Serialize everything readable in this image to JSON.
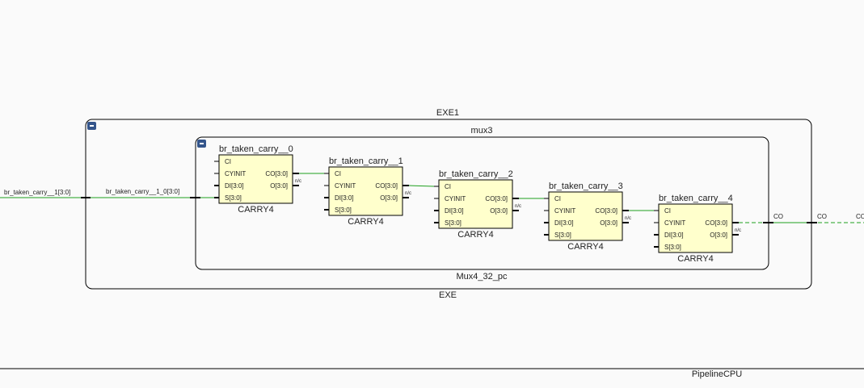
{
  "top_module": "PipelineCPU",
  "hier": {
    "exe_instance": "EXE1",
    "exe_type": "EXE",
    "mux_instance": "mux3",
    "mux_type": "Mux4_32_pc"
  },
  "colors": {
    "background": "#fafafa",
    "cell_fill": "#ffffcc",
    "wire": "#1ea01e",
    "collapse_button": "#34558b",
    "border": "#000000"
  },
  "nets": {
    "outer_in": "br_taken_carry__1[3:0]",
    "inner_in": "br_taken_carry__1_0[3:0]",
    "co_inner": "CO",
    "co_outer": "CO",
    "co_edge": "CO"
  },
  "cells": [
    {
      "name": "br_taken_carry__0",
      "type": "CARRY4",
      "pins_left": [
        "CI",
        "CYINIT",
        "DI[3:0]",
        "S[3:0]"
      ],
      "pins_right": [
        "CO[3:0]",
        "O[3:0]"
      ],
      "nc": "n/c"
    },
    {
      "name": "br_taken_carry__1",
      "type": "CARRY4",
      "pins_left": [
        "CI",
        "CYINIT",
        "DI[3:0]",
        "S[3:0]"
      ],
      "pins_right": [
        "CO[3:0]",
        "O[3:0]"
      ],
      "nc": "n/c"
    },
    {
      "name": "br_taken_carry__2",
      "type": "CARRY4",
      "pins_left": [
        "CI",
        "CYINIT",
        "DI[3:0]",
        "S[3:0]"
      ],
      "pins_right": [
        "CO[3:0]",
        "O[3:0]"
      ],
      "nc": "n/c"
    },
    {
      "name": "br_taken_carry__3",
      "type": "CARRY4",
      "pins_left": [
        "CI",
        "CYINIT",
        "DI[3:0]",
        "S[3:0]"
      ],
      "pins_right": [
        "CO[3:0]",
        "O[3:0]"
      ],
      "nc": "n/c"
    },
    {
      "name": "br_taken_carry__4",
      "type": "CARRY4",
      "pins_left": [
        "CI",
        "CYINIT",
        "DI[3:0]",
        "S[3:0]"
      ],
      "pins_right": [
        "CO[3:0]",
        "O[3:0]"
      ],
      "nc": "n/c"
    }
  ]
}
